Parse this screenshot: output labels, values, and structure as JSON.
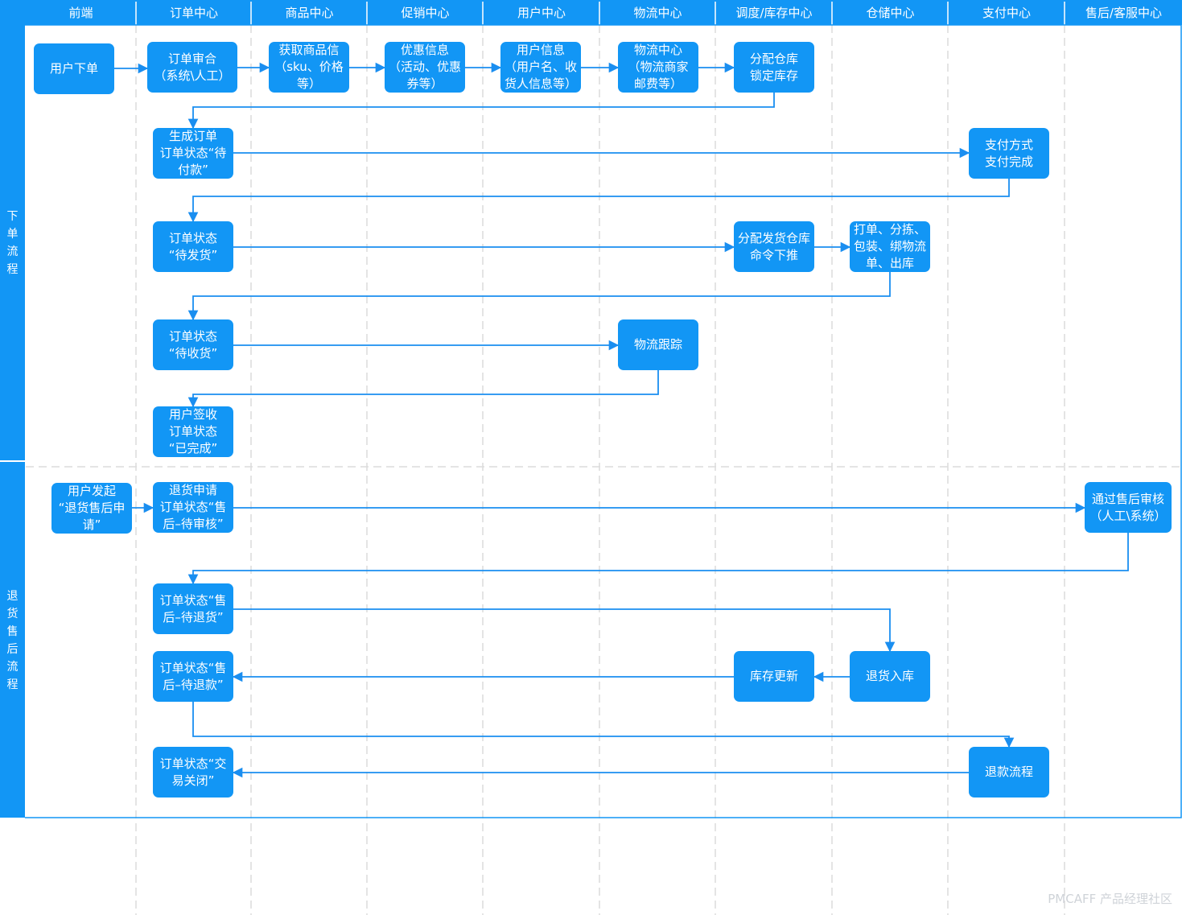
{
  "columns": [
    "前端",
    "订单中心",
    "商品中心",
    "促销中心",
    "用户中心",
    "物流中心",
    "调度/库存中心",
    "仓储中心",
    "支付中心",
    "售后/客服中心"
  ],
  "lanes": [
    {
      "label": "下单流程"
    },
    {
      "label": "退货售后流程"
    }
  ],
  "nodes": {
    "user_order": "用户下单",
    "order_review": "订单审合\n（系统\\人工）",
    "goods_info": "获取商品信\n（sku、价格\n等）",
    "promo_info": "优惠信息\n（活动、优惠\n券等）",
    "user_info": "用户信息\n（用户名、收\n货人信息等）",
    "logistics_center": "物流中心\n（物流商家\n邮费等）",
    "assign_warehouse": "分配仓库\n锁定库存",
    "create_order": "生成订单\n订单状态“待\n付款”",
    "payment": "支付方式\n支付完成",
    "wait_ship": "订单状态\n“待发货”",
    "assign_ship_wh": "分配发货仓库\n命令下推",
    "pick_pack": "打单、分拣、\n包装、绑物流\n单、出库",
    "wait_receive": "订单状态\n“待收货”",
    "tracking": "物流跟踪",
    "signed": "用户签收\n订单状态\n“已完成”",
    "return_request_start": "用户发起\n“退货售后申\n请”",
    "return_apply": "退货申请\n订单状态“售\n后–待审核”",
    "aftersale_review": "通过售后审核\n（人工\\系统）",
    "wait_return": "订单状态“售\n后–待退货”",
    "return_stock_in": "退货入库",
    "stock_update": "库存更新",
    "wait_refund": "订单状态“售\n后–待退款”",
    "refund_flow": "退款流程",
    "closed": "订单状态“交\n易关闭”"
  },
  "watermark": "PMCAFF 产品经理社区",
  "colors": {
    "primary": "#1296f5",
    "line": "#1a8ef0",
    "grid": "#dcdcdc"
  }
}
